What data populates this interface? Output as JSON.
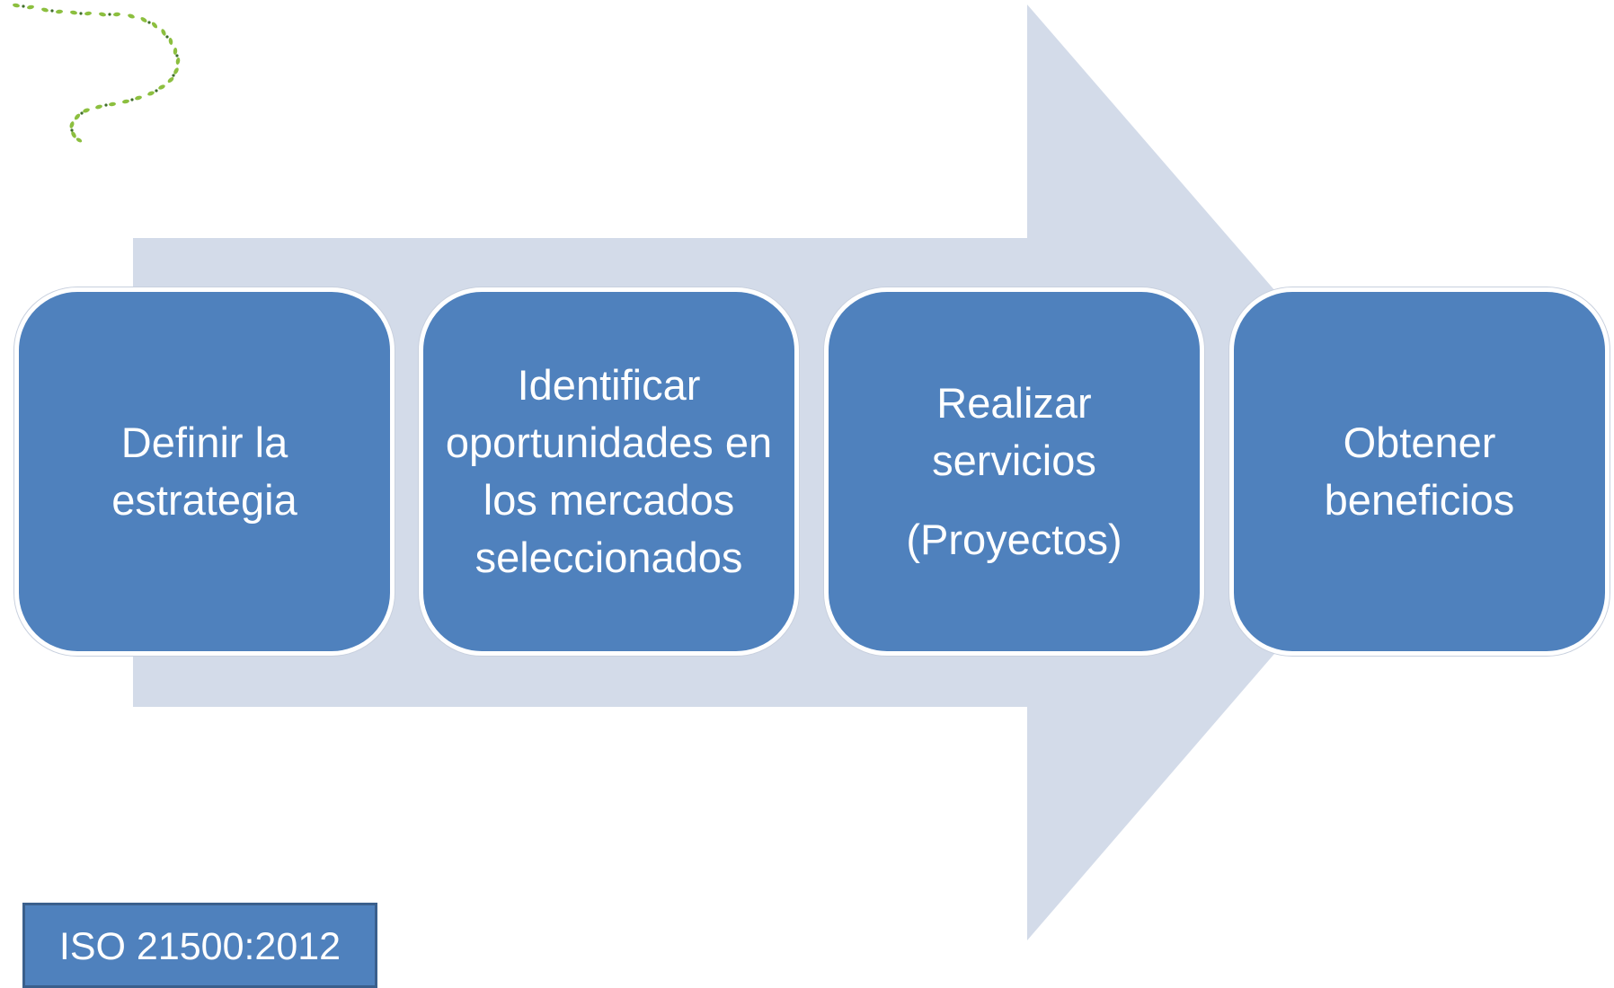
{
  "diagram": {
    "steps": [
      {
        "line1": "Definir la",
        "line2": "estrategia"
      },
      {
        "text": "Identificar oportunidades en los mercados seleccionados"
      },
      {
        "line1": "Realizar",
        "line2": "servicios",
        "sub": "(Proyectos)"
      },
      {
        "line1": "Obtener",
        "line2": "beneficios"
      }
    ],
    "standard_label": "ISO 21500:2012"
  },
  "colors": {
    "arrow": "#d3dbe9",
    "box_fill": "#4f81bd",
    "box_border": "#ffffff",
    "text": "#ffffff",
    "vine": "#8cbf3f"
  },
  "icons": {
    "decoration": "vine-decoration-icon"
  }
}
